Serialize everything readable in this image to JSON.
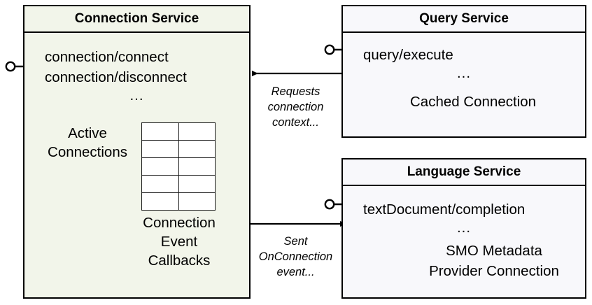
{
  "diagram": {
    "title": "Connection Service interaction diagram",
    "colors": {
      "connection_service_fill": "#f2f5ea",
      "query_service_fill": "#f8f8fb",
      "language_service_fill": "#f8f8fb",
      "stroke": "#000000",
      "cylinder_stroke": "#595959",
      "cylinder_fill": "#f2f5ea",
      "table_fill": "#ffffff"
    }
  },
  "connection_service": {
    "title": "Connection Service",
    "operations": "connection/connect\nconnection/disconnect",
    "operation_list": [
      "connection/connect",
      "connection/disconnect"
    ],
    "ellipsis": "...",
    "active_connections_label": "Active\nConnections",
    "callbacks_label": "Connection\nEvent\nCallbacks",
    "table": {
      "rows": 5,
      "cols": 2
    },
    "icons": {
      "database_cluster": "database-cluster-icon",
      "table_grid": "table-grid-icon",
      "provided_interface": "lollipop-interface-icon"
    }
  },
  "query_service": {
    "title": "Query Service",
    "operations": "query/execute",
    "operation_list": [
      "query/execute"
    ],
    "ellipsis": "...",
    "cached_connection_label": "Cached Connection",
    "icons": {
      "database": "database-cylinder-icon",
      "provided_interface": "lollipop-interface-icon"
    }
  },
  "language_service": {
    "title": "Language Service",
    "operations": "textDocument/completion",
    "operation_list": [
      "textDocument/completion"
    ],
    "ellipsis": "...",
    "smo_label": "SMO Metadata\nProvider Connection",
    "icons": {
      "database": "database-cylinder-icon",
      "provided_interface": "lollipop-interface-icon"
    }
  },
  "edges": [
    {
      "id": "query-to-connection",
      "from": "Query Service",
      "to": "Connection Service",
      "direction": "left",
      "label": "Requests\nconnection\ncontext..."
    },
    {
      "id": "connection-to-language",
      "from": "Connection Service",
      "to": "Language Service",
      "direction": "right",
      "label": "Sent\nOnConnection\nevent..."
    }
  ],
  "edge_labels": {
    "requests": "Requests\nconnection\ncontext...",
    "sent": "Sent\nOnConnection\nevent..."
  }
}
